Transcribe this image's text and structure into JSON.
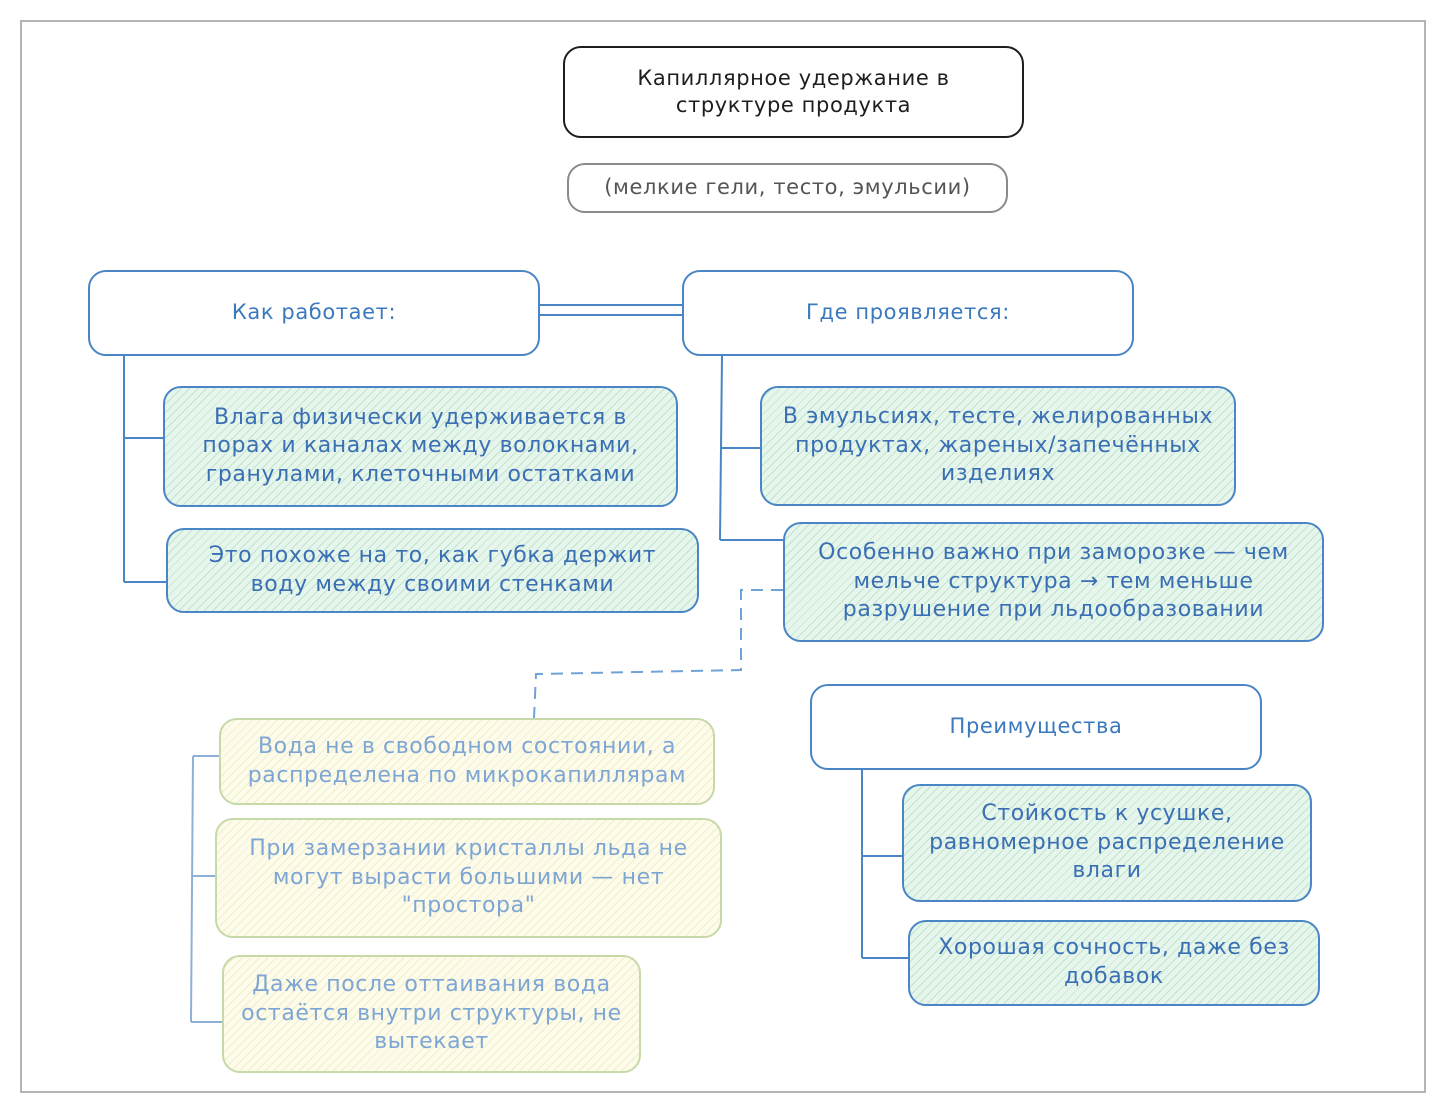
{
  "title": "Капиллярное удержание в структуре продукта",
  "subtitle": "(мелкие гели, тесто, эмульсии)",
  "how": {
    "header": "Как работает:",
    "items": [
      "Влага физически удерживается в порах и каналах между волокнами, гранулами, клеточными остатками",
      "Это похоже на то, как губка держит воду между своими стенками"
    ]
  },
  "where": {
    "header": "Где проявляется:",
    "items": [
      "В эмульсиях, тесте, желированных продуктах, жареных/запечённых изделиях",
      "Особенно важно при заморозке — чем мельче структура → тем меньше разрушение при льдообразовании"
    ]
  },
  "freeze_details": [
    "Вода не в свободном состоянии, а распределена по микрокапиллярам",
    "При замерзании кристаллы льда не могут вырасти большими — нет \"простора\"",
    "Даже после оттаивания вода остаётся внутри структуры, не вытекает"
  ],
  "advantages": {
    "header": "Преимущества",
    "items": [
      "Стойкость к усушке, равномерное распределение влаги",
      "Хорошая сочность, даже без добавок"
    ]
  },
  "colors": {
    "line_blue": "#4a86c5",
    "line_dashed": "#6fa3d8",
    "line_yellow": "#8fb0d6",
    "frame": "#b4b4b4"
  }
}
